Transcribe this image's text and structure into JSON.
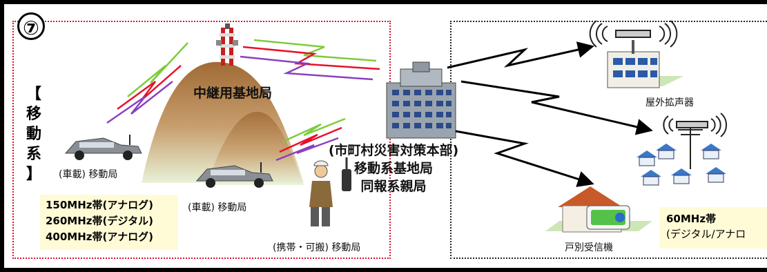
{
  "diagram": {
    "number": "⑦",
    "mobile_label_lines": [
      "【",
      "移",
      "動",
      "系",
      "】"
    ],
    "relay_station": "中継用基地局",
    "hq_lines": [
      "(市町村災害対策本部)",
      "移動系基地局",
      "同報系親局"
    ],
    "vehicle_station_1": "(車載) 移動局",
    "vehicle_station_2": "(車載) 移動局",
    "portable_station": "(携帯・可搬) 移動局",
    "bands_left": [
      "150MHz帯(アナログ)",
      "260MHz帯(デジタル)",
      "400MHz帯(アナログ)"
    ],
    "outdoor_speaker": "屋外拡声器",
    "home_receiver": "戸別受信機",
    "band_right_line1": "60MHz帯",
    "band_right_line2": "(デジタル/アナロ",
    "colors": {
      "frame": "#000000",
      "red_dotted": "#e0102a",
      "green_wave": "#7ccc3a",
      "red_wave": "#e8102a",
      "purple_wave": "#8a3fc0",
      "mountain": "#a8763e",
      "band_box": "#fffbd6"
    },
    "icons": [
      "radio-tower-icon",
      "mountain-icon",
      "office-building-icon",
      "car-icon",
      "person-with-radio-icon",
      "school-building-icon",
      "house-icon",
      "antenna-icon",
      "receiver-device-icon",
      "lightning-arrow-icon",
      "radio-waves-icon"
    ]
  }
}
